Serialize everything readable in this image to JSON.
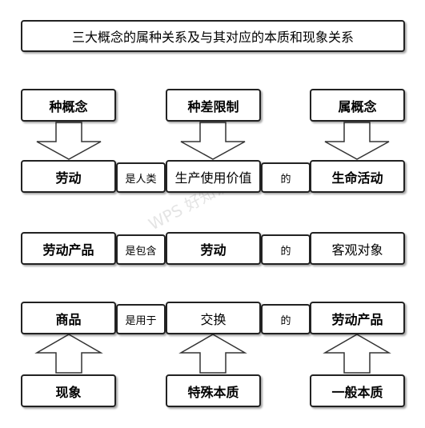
{
  "title": "三大概念的属种关系及与其对应的本质和现象关系",
  "top_headers": [
    "种概念",
    "种差限制",
    "属概念"
  ],
  "rows": [
    {
      "a": "劳动",
      "link1": "是人类",
      "b": "生产使用价值",
      "link2": "的",
      "c": "生命活动"
    },
    {
      "a": "劳动产品",
      "link1": "是包含",
      "b": "劳动",
      "link2": "的",
      "c": "客观对象"
    },
    {
      "a": "商品",
      "link1": "是用于",
      "b": "交换",
      "link2": "的",
      "c": "劳动产品"
    }
  ],
  "bottom_headers": [
    "现象",
    "特殊本质",
    "一般本质"
  ],
  "watermark": "WPS 好知识"
}
